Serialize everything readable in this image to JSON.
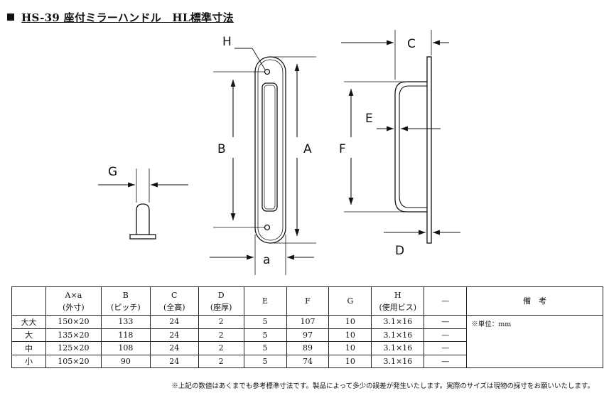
{
  "title": "HS-39 座付ミラーハンドル　HL標準寸法",
  "labels": {
    "A": "A",
    "B": "B",
    "C": "C",
    "D": "D",
    "E": "E",
    "F": "F",
    "G": "G",
    "H": "H",
    "a": "a"
  },
  "table": {
    "headers": [
      {
        "line1": "",
        "line2": ""
      },
      {
        "line1": "A×a",
        "line2": "(外寸)"
      },
      {
        "line1": "B",
        "line2": "(ピッチ)"
      },
      {
        "line1": "C",
        "line2": "(全高)"
      },
      {
        "line1": "D",
        "line2": "(座厚)"
      },
      {
        "line1": "E",
        "line2": ""
      },
      {
        "line1": "F",
        "line2": ""
      },
      {
        "line1": "G",
        "line2": ""
      },
      {
        "line1": "H",
        "line2": "(使用ビス)"
      },
      {
        "line1": "—",
        "line2": ""
      },
      {
        "line1": "備　考",
        "line2": ""
      }
    ],
    "rows": [
      {
        "size": "大大",
        "cells": [
          "150×20",
          "133",
          "24",
          "2",
          "5",
          "107",
          "10",
          "3.1×16",
          "—"
        ]
      },
      {
        "size": "大",
        "cells": [
          "135×20",
          "118",
          "24",
          "2",
          "5",
          "97",
          "10",
          "3.1×16",
          "—"
        ]
      },
      {
        "size": "中",
        "cells": [
          "125×20",
          "108",
          "24",
          "2",
          "5",
          "89",
          "10",
          "3.1×16",
          "—"
        ]
      },
      {
        "size": "小",
        "cells": [
          "105×20",
          "90",
          "24",
          "2",
          "5",
          "74",
          "10",
          "3.1×16",
          "—"
        ]
      }
    ],
    "remarks": "※単位：mm"
  },
  "footnote": "※上記の数値はあくまでも参考標準寸法です。製品によって多少の誤差が発生いたします。実際のサイズは現物の採寸をお願いいたします。"
}
